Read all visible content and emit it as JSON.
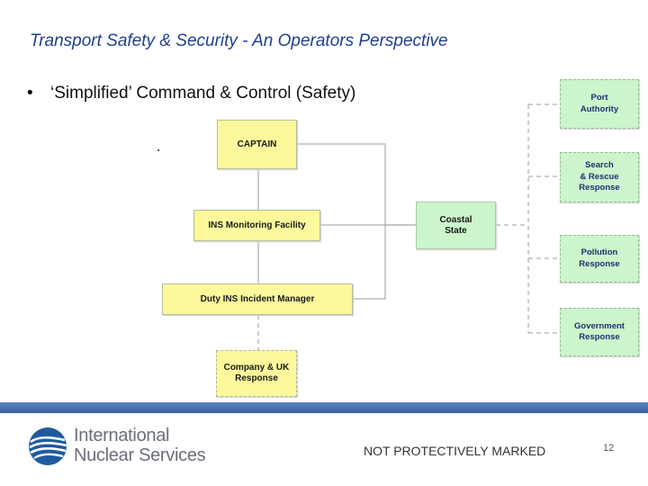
{
  "slide": {
    "title": "Transport Safety & Security - An Operators Perspective",
    "bullet": "‘Simplified’ Command & Control (Safety)",
    "bullet_symbol": "•"
  },
  "diagram": {
    "nodes": {
      "captain": "CAPTAIN",
      "ins_monitoring": "INS Monitoring Facility",
      "duty_manager": "Duty INS Incident Manager",
      "company_uk": "Company & UK\nResponse",
      "coastal_state": "Coastal\nState",
      "port_authority": "Port\nAuthority",
      "search_rescue": "Search\n& Rescue\nResponse",
      "pollution": "Pollution\nResponse",
      "government": "Government\nResponse"
    },
    "colors": {
      "internal_box": "#fdf89c",
      "external_box": "#ccf5cc",
      "connector": "#b0b0b0"
    }
  },
  "footer": {
    "org_line1": "International",
    "org_line2": "Nuclear Services",
    "marking": "NOT PROTECTIVELY MARKED",
    "page_number": "12",
    "bar_color": "#3a5f9f",
    "logo_color": "#1f5aa0"
  }
}
